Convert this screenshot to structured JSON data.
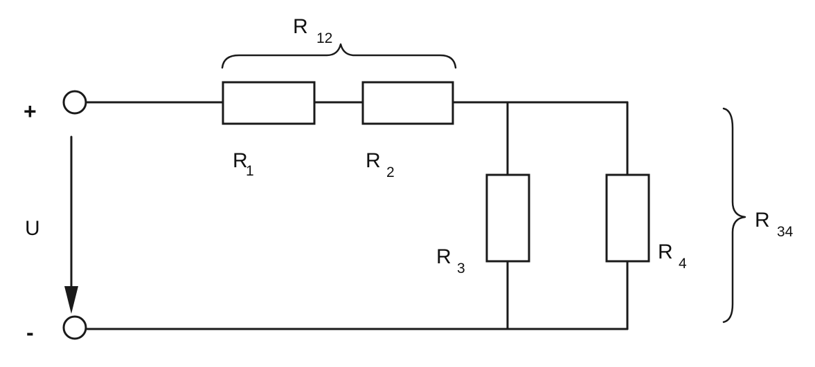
{
  "terminals": {
    "plus_label": "+",
    "minus_label": "-"
  },
  "voltage": {
    "label": "U"
  },
  "resistors": [
    {
      "id": "r1",
      "letter": "R",
      "index": "1"
    },
    {
      "id": "r2",
      "letter": "R",
      "index": "2"
    },
    {
      "id": "r3",
      "letter": "R",
      "index": "3"
    },
    {
      "id": "r4",
      "letter": "R",
      "index": "4"
    }
  ],
  "groups": {
    "r12": {
      "letter": "R",
      "index": "12"
    },
    "r34": {
      "letter": "R",
      "index": "34"
    }
  }
}
